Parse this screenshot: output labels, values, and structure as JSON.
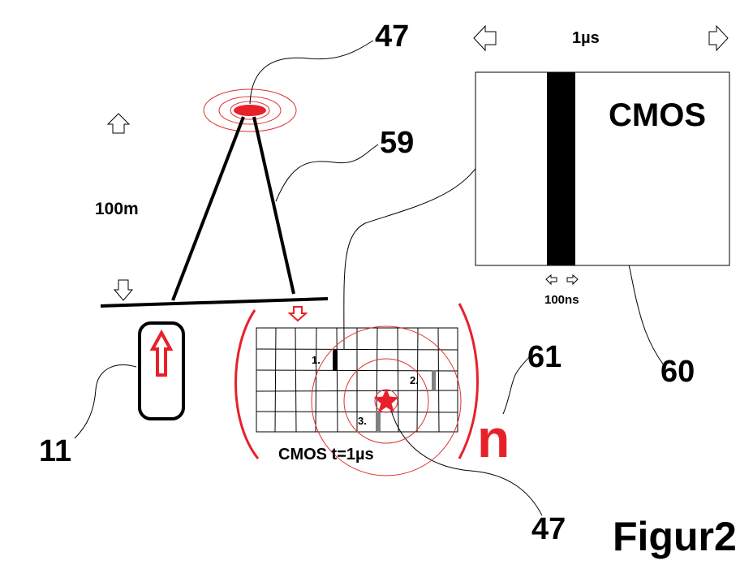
{
  "labels": {
    "ref_47_top": "47",
    "ref_59": "59",
    "ref_61": "61",
    "ref_60": "60",
    "ref_11": "11",
    "ref_47_bottom": "47",
    "figure": "Figur2",
    "top_time": "1µs",
    "cmos_box": "CMOS",
    "pulse_width": "100ns",
    "distance": "100m",
    "cmos_caption": "CMOS t=1µs",
    "stripe_1": "1.",
    "stripe_2": "2.",
    "stripe_3": "3.",
    "n_symbol": "n"
  },
  "colors": {
    "ink": "#000000",
    "accent_red": "#e8202a",
    "ring_red": "#e03030",
    "stripe_gray": "#808080"
  },
  "icons": [
    "arrow-left-icon",
    "arrow-right-icon",
    "arrow-up-icon",
    "arrow-down-icon",
    "star-icon"
  ]
}
